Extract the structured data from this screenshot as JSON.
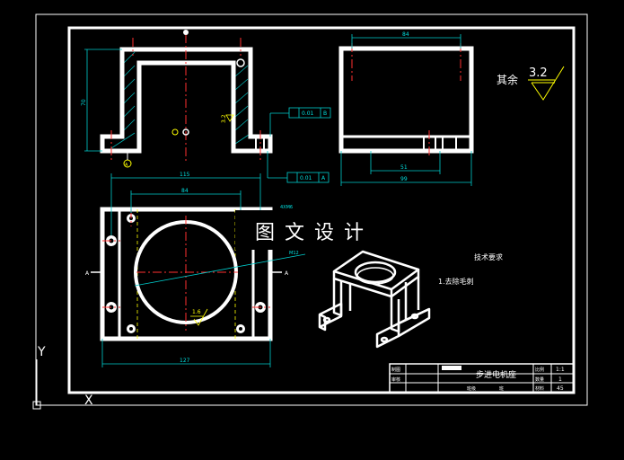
{
  "watermark": "图 文 设 计",
  "roughness": {
    "prefix": "其余",
    "value": "3.2"
  },
  "tech_requirements": {
    "heading": "技术要求",
    "item1": "1.去除毛刺"
  },
  "title_block": {
    "part_name": "步进电机座",
    "labels": [
      "制图",
      "审核",
      "比例",
      "数量",
      "材料"
    ],
    "values": [
      "1:1",
      "1",
      "45"
    ],
    "bottom_labels": [
      "班级",
      "班"
    ]
  },
  "front_view": {
    "dim_height": "70",
    "roughness": "3.2",
    "tol1": {
      "value": "0.01",
      "datum": "B"
    },
    "tol2": {
      "value": "0.01",
      "datum": "A"
    },
    "datum_a": "A"
  },
  "side_view": {
    "dim_top": "84",
    "dim_inner": "51",
    "dim_bottom": "99"
  },
  "top_view": {
    "dim_overall": "115",
    "dim_inner": "84",
    "dim_bottom": "127",
    "hole_note": "4XM6",
    "bore_note": "M12",
    "roughness": "1.6",
    "section_a": "A"
  },
  "ucs": {
    "y": "Y",
    "x": "X"
  }
}
